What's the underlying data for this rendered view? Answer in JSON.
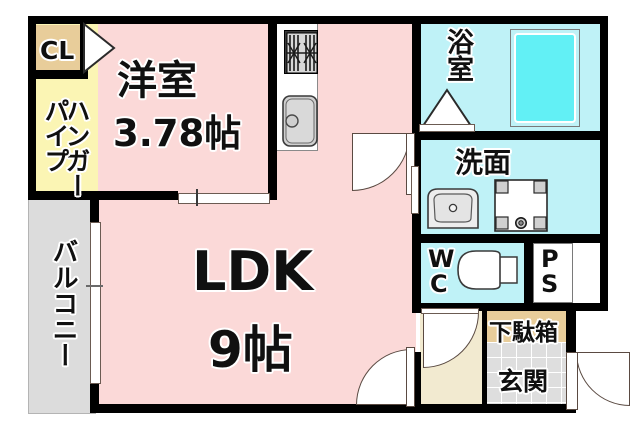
{
  "plan": {
    "type": "japanese-apartment-floorplan",
    "layout_code": "1LDK",
    "rooms": [
      {
        "key": "washitsu",
        "label_line1": "洋室",
        "label_line2": "3.78帖",
        "name": "western-style-room",
        "area_jo": 3.78,
        "fill": "#fbf5b4"
      },
      {
        "key": "ldk",
        "label_line1": "LDK",
        "label_line2": "9帖",
        "name": "living-dining-kitchen",
        "area_jo": 9,
        "fill": "#fbd9d8"
      },
      {
        "key": "closet",
        "label": "CL",
        "name": "closet",
        "fill": "#e8cd9a"
      },
      {
        "key": "hanger",
        "label": "ハンガー",
        "label2": "パイプ",
        "name": "hanger-pipe",
        "fill": "#fbf5b4"
      },
      {
        "key": "balcony",
        "label": "バルコニー",
        "name": "balcony",
        "fill": "#dcdcdc"
      },
      {
        "key": "bath",
        "label": "浴室",
        "name": "bathroom",
        "fill": "#bff2f7"
      },
      {
        "key": "washroom",
        "label": "洗面",
        "name": "washroom-vanity",
        "fill": "#bff2f7"
      },
      {
        "key": "wc",
        "label": "WC",
        "name": "toilet",
        "fill": "#bff2f7"
      },
      {
        "key": "ps",
        "label": "PS",
        "name": "pipe-space",
        "fill": "#ffffff"
      },
      {
        "key": "shoebox",
        "label": "下駄箱",
        "name": "shoe-cabinet",
        "fill": "#e8cd9a"
      },
      {
        "key": "genkan",
        "label": "玄関",
        "name": "entrance",
        "fill": "#dedede"
      }
    ],
    "fixtures": [
      {
        "name": "gas-stove",
        "label": ""
      },
      {
        "name": "kitchen-sink",
        "label": ""
      },
      {
        "name": "bathtub",
        "label": ""
      },
      {
        "name": "vanity-basin",
        "label": ""
      },
      {
        "name": "washing-machine-pan",
        "label": ""
      },
      {
        "name": "toilet-bowl",
        "label": ""
      }
    ],
    "labels": {
      "washitsu_name": "洋室",
      "washitsu_area": "3.78帖",
      "ldk_name": "LDK",
      "ldk_area": "9帖",
      "closet": "CL",
      "hanger_col1": "ハンガー",
      "hanger_col2": "パイプ",
      "balcony": "バルコニー",
      "bath": "浴室",
      "washroom": "洗面",
      "wc_line1": "W",
      "wc_line2": "C",
      "ps_line1": "P",
      "ps_line2": "S",
      "shoebox": "下駄箱",
      "genkan": "玄関"
    },
    "colors": {
      "wall": "#000000",
      "ldk_fill": "#fbd9d8",
      "room_fill": "#fbf5b4",
      "wet_fill": "#bff2f7",
      "tub_fill": "#62f0f5",
      "closet_fill": "#e8cd9a",
      "balcony_fill": "#dcdcdc",
      "hall_fill": "#f2ead0",
      "tile_fill": "#dedede"
    }
  }
}
